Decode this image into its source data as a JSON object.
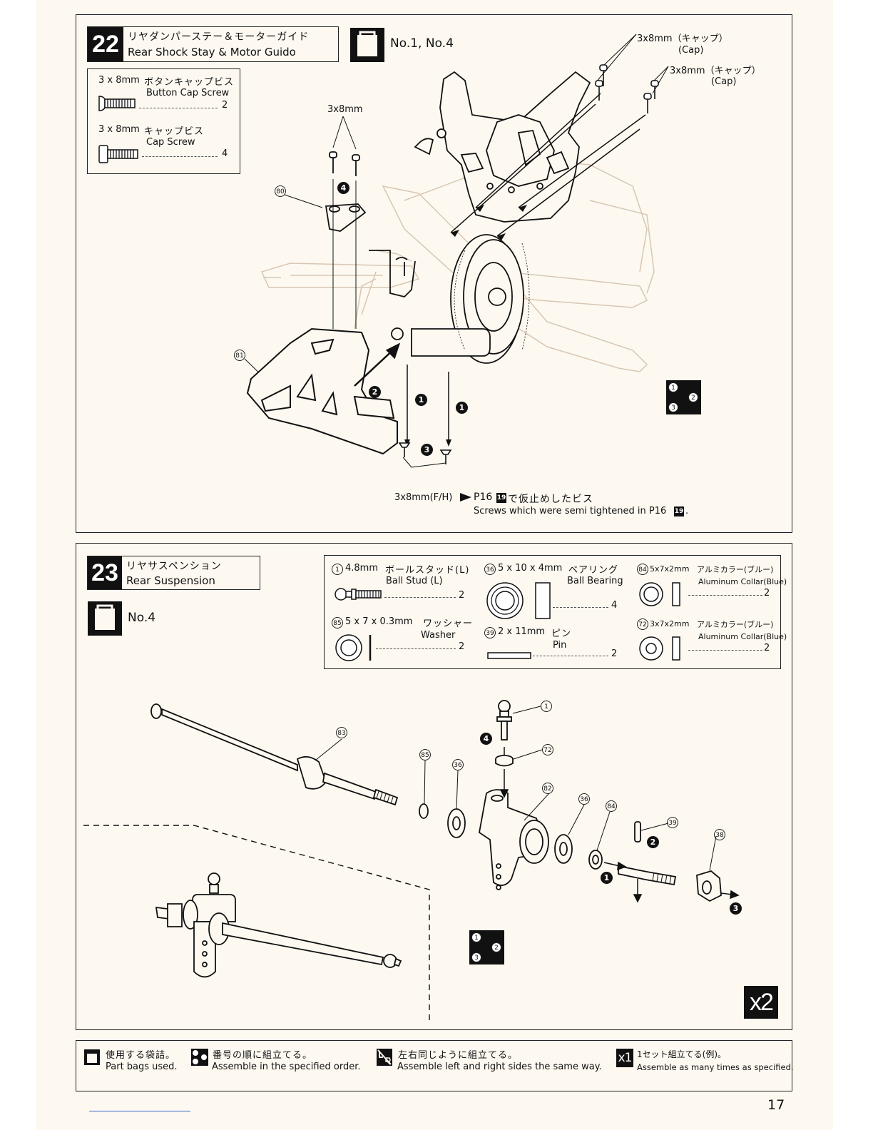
{
  "step22": {
    "number": "22",
    "title_jp": "リヤダンパーステー＆モーターガイド",
    "title_en": "Rear Shock Stay & Motor Guido",
    "bags": "No.1, No.4",
    "parts": [
      {
        "size": "3 x 8mm",
        "name_jp": "ボタンキャップビス",
        "name_en": "Button Cap Screw",
        "qty": "2"
      },
      {
        "size": "3 x 8mm",
        "name_jp": "キャップビス",
        "name_en": "Cap Screw",
        "qty": "4"
      }
    ],
    "labels": {
      "cap1": "3x8mm（キャップ）",
      "cap1_en": "(Cap)",
      "cap2": "3x8mm（キャップ）",
      "cap2_en": "(Cap)",
      "top_screw": "3x8mm",
      "part80": "80",
      "part81": "81",
      "fh": "3x8mm(F/H)",
      "note_jp_pre": "P16",
      "note_jp_ref": "19",
      "note_jp_post": "で仮止めしたビス",
      "note_en_pre": "Screws which were semi tightened in P16",
      "note_en_ref": "19",
      "note_en_post": "."
    },
    "steps": [
      "1",
      "2",
      "3",
      "4"
    ]
  },
  "step23": {
    "number": "23",
    "title_jp": "リヤサスペンション",
    "title_en": "Rear Suspension",
    "bags": "No.4",
    "parts": [
      {
        "id": "1",
        "size": "4.8mm",
        "name_jp": "ボールスタッド(L)",
        "name_en": "Ball Stud (L)",
        "qty": "2"
      },
      {
        "id": "36",
        "size": "5 x 10 x 4mm",
        "name_jp": "ベアリング",
        "name_en": "Ball Bearing",
        "qty": "4"
      },
      {
        "id": "84",
        "size": "5x7x2mm",
        "name_jp": "アルミカラー(ブルー)",
        "name_en": "Aluminum Collar(Blue)",
        "qty": "2"
      },
      {
        "id": "85",
        "size": "5 x 7 x 0.3mm",
        "name_jp": "ワッシャー",
        "name_en": "Washer",
        "qty": "2"
      },
      {
        "id": "39",
        "size": "2 x 11mm",
        "name_jp": "ピン",
        "name_en": "Pin",
        "qty": "2"
      },
      {
        "id": "72",
        "size": "3x7x2mm",
        "name_jp": "アルミカラー(ブルー)",
        "name_en": "Aluminum Collar(Blue)",
        "qty": "2"
      }
    ],
    "callouts": [
      "83",
      "85",
      "36",
      "82",
      "36",
      "84",
      "39",
      "38",
      "1",
      "72"
    ],
    "multiplier": "x2"
  },
  "seq_icon": {
    "a": "1",
    "b": "2",
    "c": "3"
  },
  "legend": [
    {
      "jp": "使用する袋詰。",
      "en": "Part bags used."
    },
    {
      "jp": "番号の順に組立てる。",
      "en": "Assemble in the specified order."
    },
    {
      "jp": "左右同じように組立てる。",
      "en": "Assemble left and right sides the same way."
    },
    {
      "jp": "1セット組立てる(例)。",
      "en": "Assemble as many times as specified.",
      "icon": "x1"
    }
  ],
  "page_number": "17"
}
